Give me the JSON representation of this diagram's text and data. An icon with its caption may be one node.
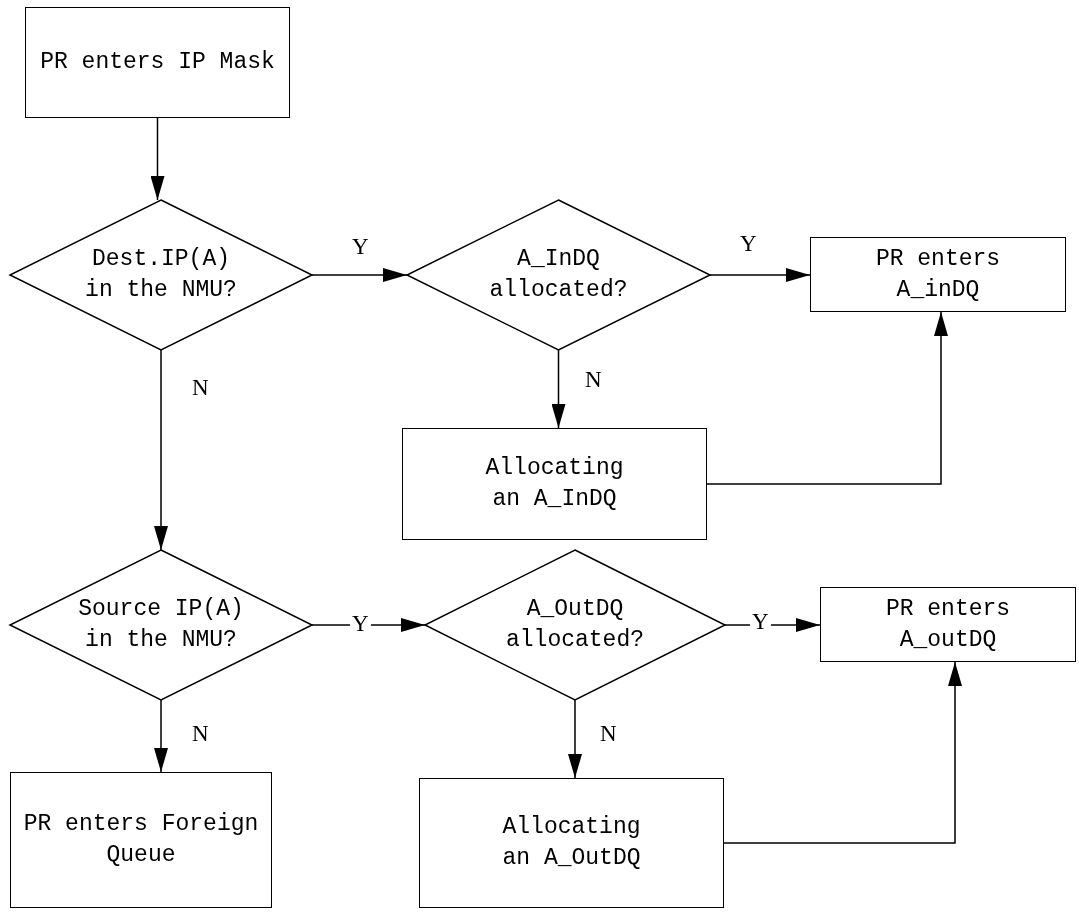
{
  "diagram": {
    "nodes": [
      {
        "text": [
          "PR enters IP Mask"
        ]
      },
      {
        "text": [
          "Dest.IP(A) in the NMU?"
        ]
      },
      {
        "text": [
          "A_InDQ allocated?"
        ]
      },
      {
        "text": [
          "PR enters A_inDQ"
        ]
      },
      {
        "text": [
          "Allocating an A_InDQ"
        ]
      },
      {
        "text": [
          "Source IP(A) in the NMU?"
        ]
      },
      {
        "text": [
          "A_OutDQ allocated?"
        ]
      },
      {
        "text": [
          "PR enters A_outDQ"
        ]
      },
      {
        "text": [
          "PR enters Foreign Queue"
        ]
      },
      {
        "text": [
          "Allocating an A_OutDQ"
        ]
      }
    ],
    "edges": [
      {
        "from": 0,
        "to": 1,
        "arrow": "to"
      },
      {
        "from": 1,
        "to": 2,
        "arrow": "to",
        "label": "Y"
      },
      {
        "from": 2,
        "to": 3,
        "arrow": "to",
        "label": "Y"
      },
      {
        "from": 2,
        "to": 4,
        "arrow": "to",
        "label": "N"
      },
      {
        "from": 4,
        "to": 3,
        "arrow": "to"
      },
      {
        "from": 1,
        "to": 5,
        "arrow": "to",
        "label": "N"
      },
      {
        "from": 5,
        "to": 6,
        "arrow": "to",
        "label": "Y"
      },
      {
        "from": 6,
        "to": 7,
        "arrow": "to",
        "label": "Y"
      },
      {
        "from": 6,
        "to": 9,
        "arrow": "to",
        "label": "N"
      },
      {
        "from": 9,
        "to": 7,
        "arrow": "to"
      },
      {
        "from": 5,
        "to": 8,
        "arrow": "to",
        "label": "N"
      }
    ]
  }
}
